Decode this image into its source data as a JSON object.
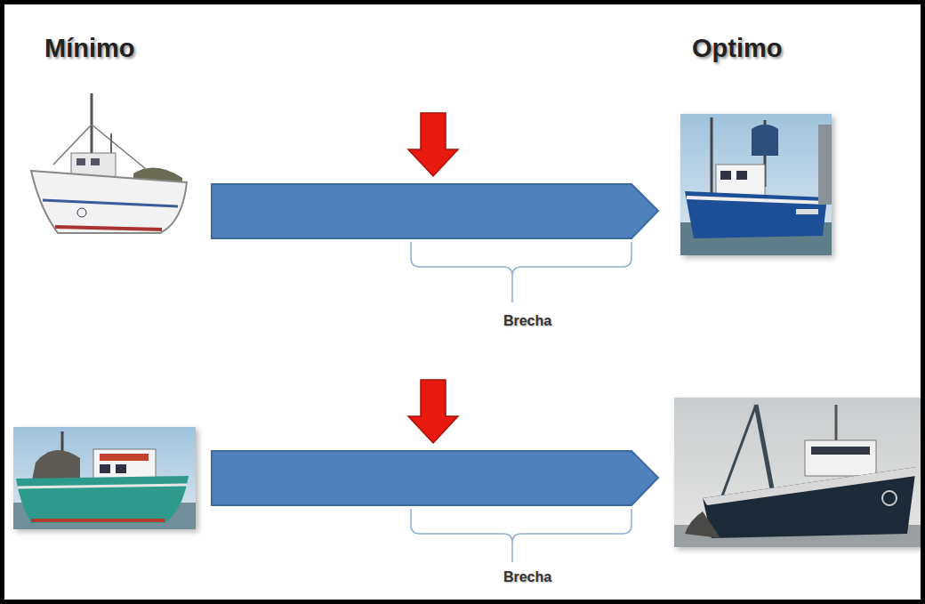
{
  "diagram": {
    "labels": [
      "Mínimo",
      "Optimo",
      "Brecha",
      "Brecha"
    ]
  }
}
